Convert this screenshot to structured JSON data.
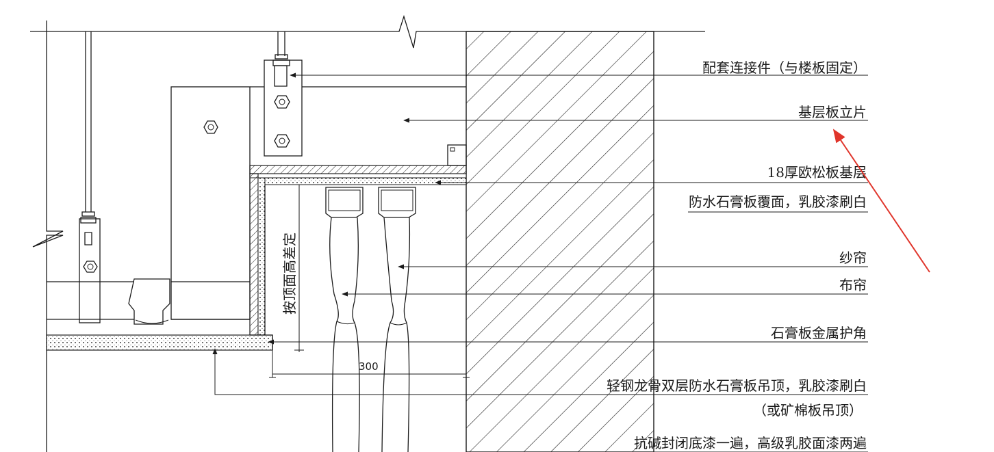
{
  "labels": {
    "connector": "配套连接件（与楼板固定）",
    "base_board": "基层板立片",
    "osb": "18厚欧松板基层",
    "gypsum_cover": "防水石膏板覆面，乳胶漆刷白",
    "sheer": "纱帘",
    "curtain": "布帘",
    "corner_guard": "石膏板金属护角",
    "ceiling_line1": "轻钢龙骨双层防水石膏板吊顶，乳胶漆刷白",
    "ceiling_line2": "（或矿棉板吊顶）",
    "paint": "抗碱封闭底漆一遍，高级乳胶面漆两遍"
  },
  "dimensions": {
    "vertical_note": "按顶面高差定",
    "width": "300"
  },
  "colors": {
    "line": "#1a1a1a",
    "annotation_arrow": "#e0352b"
  }
}
